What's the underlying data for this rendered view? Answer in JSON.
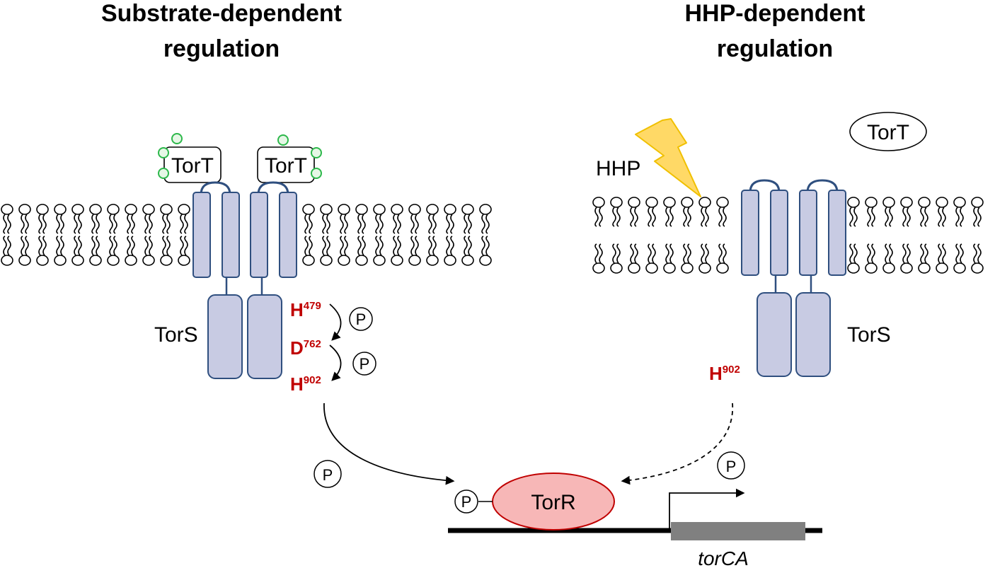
{
  "colors": {
    "residue": "#c00000",
    "protein_fill": "#c8cbe3",
    "protein_stroke": "#2f4f7f",
    "torR_fill": "#f7b7b7",
    "torR_stroke": "#c00000",
    "substrate_dots": "#2db84b",
    "gene_bar": "#808080",
    "lightning": "#ffd966"
  },
  "left_panel": {
    "title_line1": "Substrate-dependent",
    "title_line2": "regulation",
    "tort_left": "TorT",
    "tort_right": "TorT",
    "tors_label": "TorS",
    "residue1": {
      "letter": "H",
      "number": "479"
    },
    "residue2": {
      "letter": "D",
      "number": "762"
    },
    "residue3": {
      "letter": "H",
      "number": "902"
    },
    "phospho1": "P",
    "phospho2": "P",
    "phospho_transfer": "P"
  },
  "right_panel": {
    "title_line1": "HHP-dependent",
    "title_line2": "regulation",
    "hhp_label": "HHP",
    "tort_free": "TorT",
    "tors_label": "TorS",
    "residue": {
      "letter": "H",
      "number": "902"
    },
    "phospho_transfer": "P"
  },
  "bottom": {
    "torR_label": "TorR",
    "torR_phospho": "P",
    "gene_label": "torCA"
  }
}
